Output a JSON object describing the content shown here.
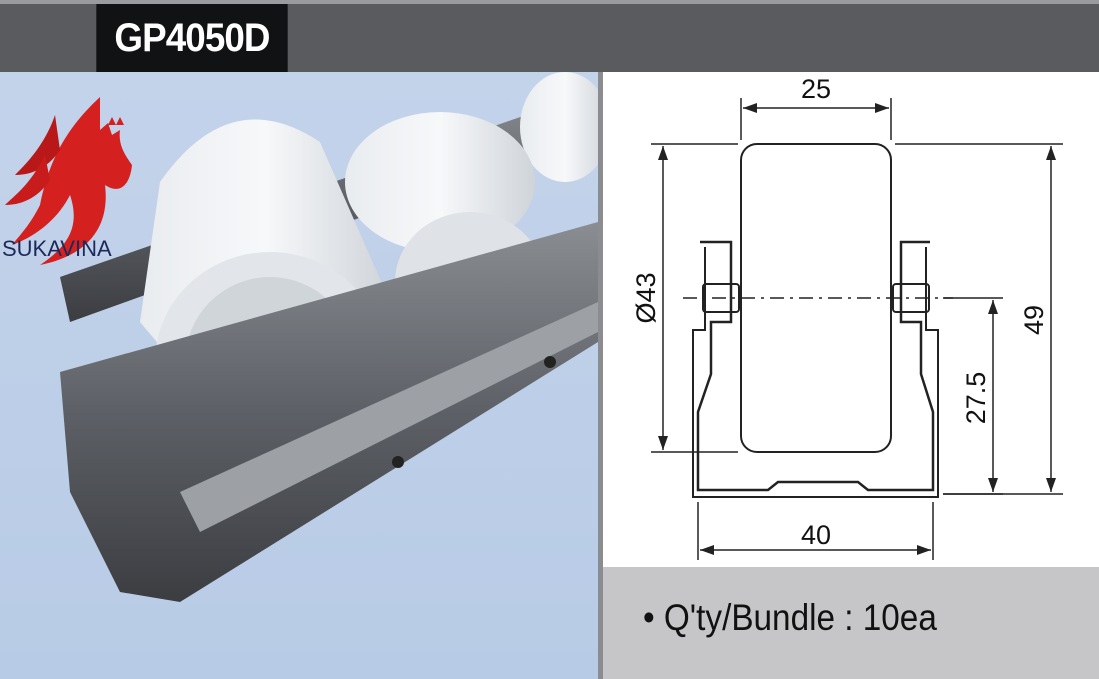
{
  "header": {
    "model": "GP4050D"
  },
  "brand": {
    "name": "SUKAVINA"
  },
  "drawing": {
    "width_top": "25",
    "diameter": "Ø43",
    "height_total": "49",
    "axle_height": "27.5",
    "width_bottom": "40"
  },
  "footer": {
    "qty_text": "• Q'ty/Bundle : 10ea"
  },
  "colors": {
    "header_bg": "#5a5b5f",
    "model_bg": "#111214",
    "logo_red": "#d4201f",
    "photo_bg": "#c3d3ea",
    "footer_bg": "#c6c6c8"
  }
}
